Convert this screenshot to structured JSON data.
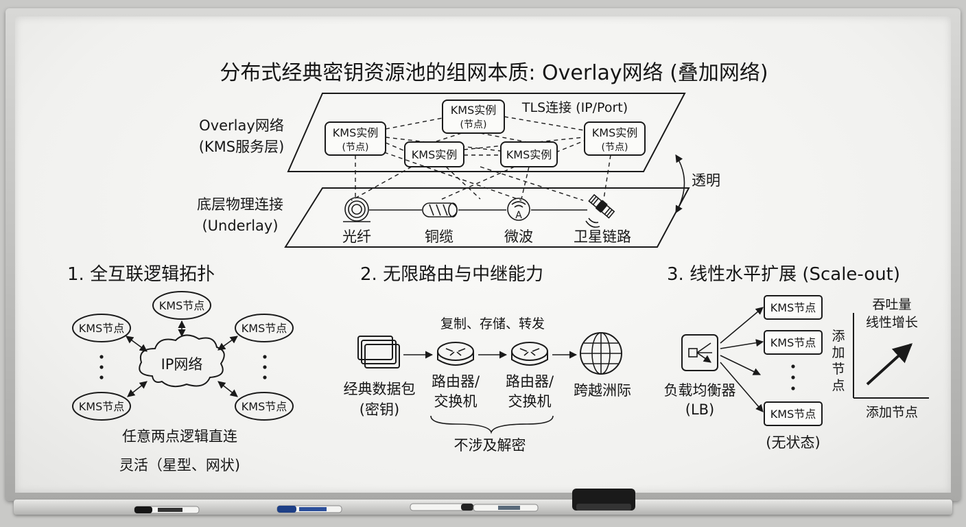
{
  "title": "分布式经典密钥资源池的组网本质: Overlay网络 (叠加网络)",
  "overlay": {
    "label_line1": "Overlay网络",
    "label_line2": "(KMS服务层)",
    "tls_label": "TLS连接 (IP/Port)",
    "instance_label": "KMS实例",
    "node_sub": "(节点)"
  },
  "underlay": {
    "label_line1": "底层物理连接",
    "label_line2": "(Underlay)",
    "media": [
      "光纤",
      "铜缆",
      "微波",
      "卫星链路"
    ],
    "transparent_label": "透明"
  },
  "section1": {
    "heading": "1. 全互联逻辑拓扑",
    "node_label": "KMS节点",
    "cloud_label": "IP网络",
    "note_line1": "任意两点逻辑直连",
    "note_line2": "灵活（星型、网状)"
  },
  "section2": {
    "heading": "2. 无限路由与中继能力",
    "ops_label": "复制、存储、转发",
    "packet_line1": "经典数据包",
    "packet_line2": "(密钥)",
    "router_line1": "路由器/",
    "router_line2": "交换机",
    "dest_label": "跨越洲际",
    "no_decrypt": "不涉及解密"
  },
  "section3": {
    "heading": "3. 线性水平扩展 (Scale-out)",
    "lb_line1": "负载均衡器",
    "lb_line2": "(LB)",
    "node_label": "KMS节点",
    "stateless": "(无状态)",
    "chart_y_label": "吞吐量",
    "chart_y_label2": "线性增长",
    "chart_x_label": "添加节点",
    "chart_y_axis_vertical": [
      "添",
      "加",
      "节",
      "点"
    ]
  }
}
